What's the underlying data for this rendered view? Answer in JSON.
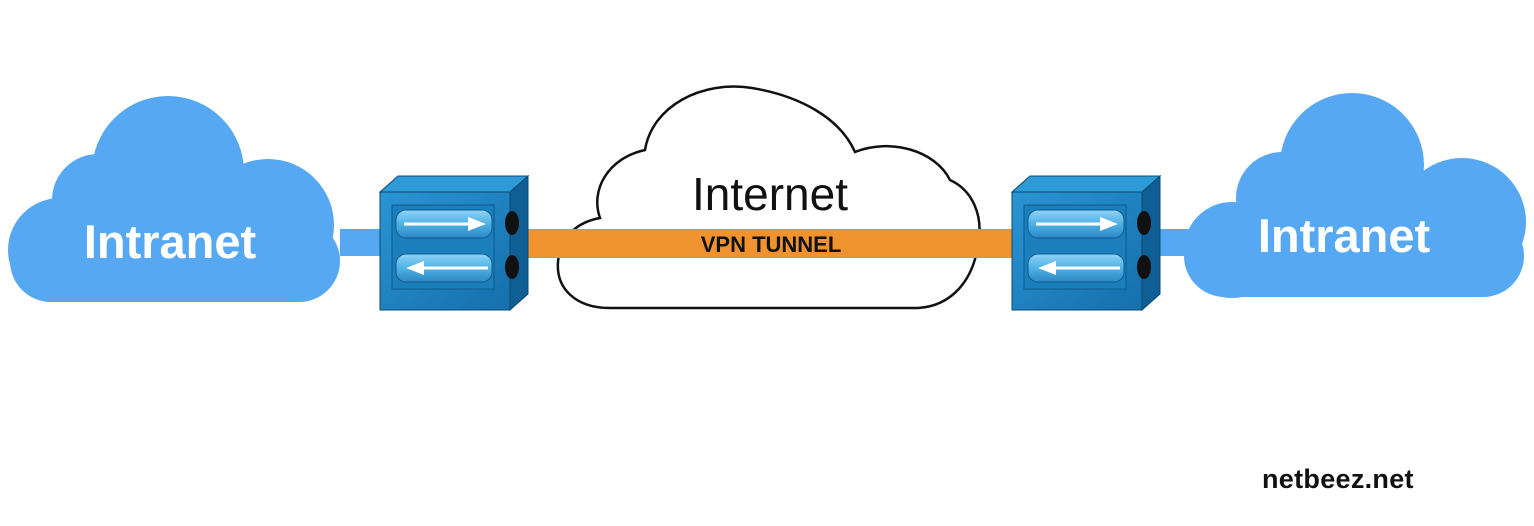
{
  "left_cloud": {
    "label": "Intranet"
  },
  "right_cloud": {
    "label": "Intranet"
  },
  "internet_cloud": {
    "label": "Internet"
  },
  "tunnel": {
    "label": "VPN TUNNEL"
  },
  "credit": {
    "text": "netbeez.net"
  },
  "colors": {
    "intranet_cloud": "#56a8f3",
    "tunnel": "#f0922e",
    "device_front": "#1a84c3",
    "device_top": "#2e9ad6",
    "device_side": "#0f5f94",
    "internet_outline": "#111111"
  }
}
